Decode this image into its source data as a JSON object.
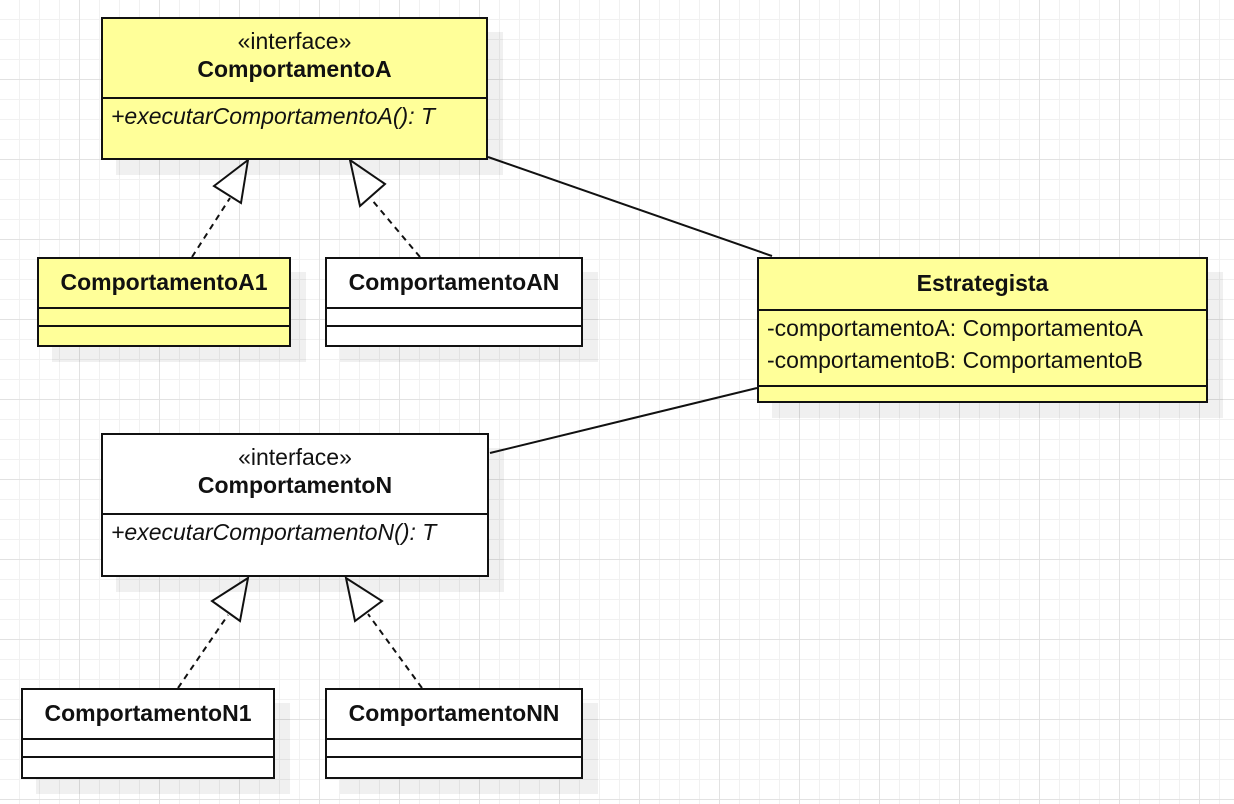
{
  "classes": {
    "comportamento_a": {
      "stereotype": "«interface»",
      "name": "ComportamentoA",
      "operation": "+executarComportamentoA(): T",
      "fill": "#ffff99"
    },
    "comportamento_a1": {
      "name": "ComportamentoA1",
      "fill": "#ffff99"
    },
    "comportamento_an": {
      "name": "ComportamentoAN",
      "fill": "#ffffff"
    },
    "estrategista": {
      "name": "Estrategista",
      "attributes": [
        "-comportamentoA: ComportamentoA",
        "-comportamentoB: ComportamentoB"
      ],
      "fill": "#ffff99"
    },
    "comportamento_n": {
      "stereotype": "«interface»",
      "name": "ComportamentoN",
      "operation": "+executarComportamentoN(): T",
      "fill": "#ffffff"
    },
    "comportamento_n1": {
      "name": "ComportamentoN1",
      "fill": "#ffffff"
    },
    "comportamento_nn": {
      "name": "ComportamentoNN",
      "fill": "#ffffff"
    }
  },
  "relationships": [
    {
      "type": "realization",
      "from": "ComportamentoA1",
      "to": "ComportamentoA"
    },
    {
      "type": "realization",
      "from": "ComportamentoAN",
      "to": "ComportamentoA"
    },
    {
      "type": "association",
      "from": "ComportamentoA",
      "to": "Estrategista"
    },
    {
      "type": "association",
      "from": "Estrategista",
      "to": "ComportamentoN"
    },
    {
      "type": "realization",
      "from": "ComportamentoN1",
      "to": "ComportamentoN"
    },
    {
      "type": "realization",
      "from": "ComportamentoNN",
      "to": "ComportamentoN"
    }
  ]
}
